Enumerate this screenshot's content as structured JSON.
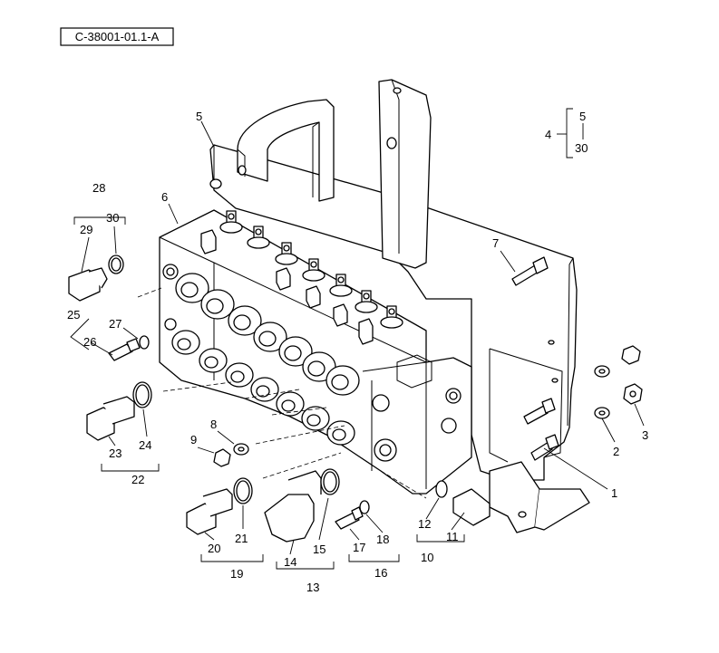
{
  "drawing_code": "C-38001-01.1-A",
  "callouts": {
    "c1": "1",
    "c2": "2",
    "c3": "3",
    "c4": "4",
    "c5_bracket": "5",
    "c30_bracket": "30",
    "c5": "5",
    "c6": "6",
    "c7": "7",
    "c8": "8",
    "c9": "9",
    "c10": "10",
    "c11": "11",
    "c12": "12",
    "c13": "13",
    "c14": "14",
    "c15": "15",
    "c16": "16",
    "c17": "17",
    "c18": "18",
    "c19": "19",
    "c20": "20",
    "c21": "21",
    "c22": "22",
    "c23": "23",
    "c24": "24",
    "c25": "25",
    "c26": "26",
    "c27": "27",
    "c28": "28",
    "c29": "29",
    "c30": "30"
  }
}
